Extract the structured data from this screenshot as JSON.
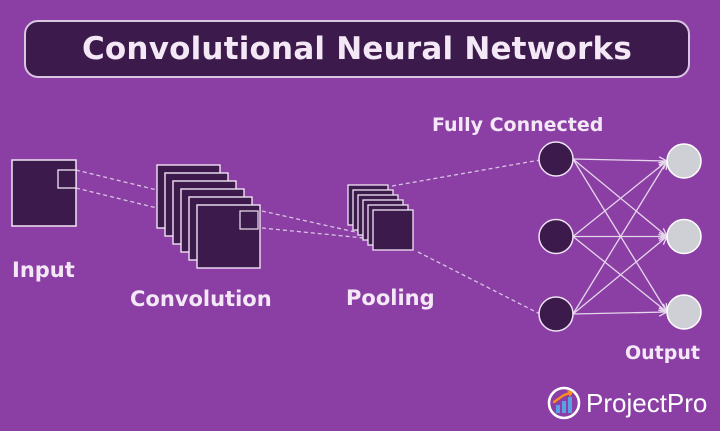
{
  "title": "Convolutional Neural Networks",
  "labels": {
    "input": "Input",
    "convolution": "Convolution",
    "pooling": "Pooling",
    "fully_connected": "Fully Connected",
    "output": "Output"
  },
  "brand": {
    "name": "ProjectPro",
    "logo_icon": "bar-chart-arrow-logo"
  },
  "network": {
    "convolution_stack_count": 6,
    "pooling_stack_count": 6,
    "fully_connected_nodes": 3,
    "output_nodes": 3
  },
  "colors": {
    "background": "#8b3fa5",
    "title_box": "#3c1a4c",
    "dark_shape": "#3c1a4c",
    "outline": "#f0e4f4",
    "output_node": "#cfcfd6",
    "label_text": "#f4e8f7"
  }
}
